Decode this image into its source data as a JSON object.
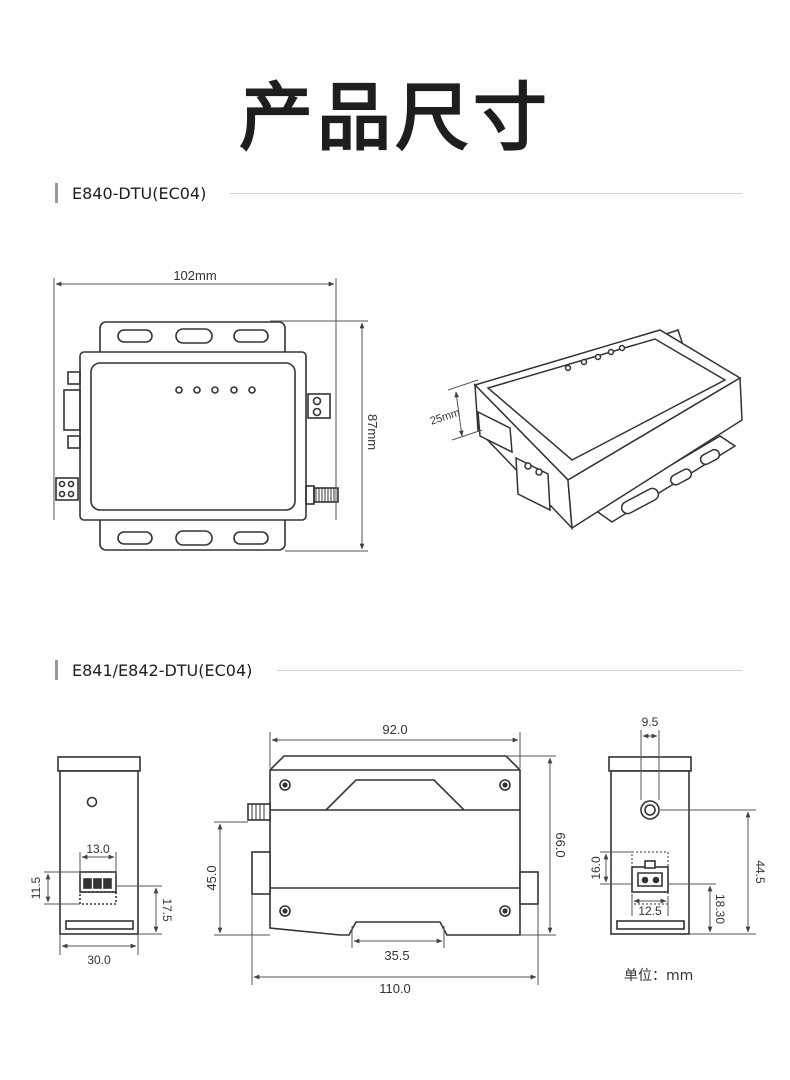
{
  "page_title": "产品尺寸",
  "sections": [
    {
      "label": "E840-DTU(EC04)"
    },
    {
      "label": "E841/E842-DTU(EC04)"
    }
  ],
  "e840": {
    "width_dim": "102mm",
    "height_dim": "87mm",
    "connector_dim": "25mm"
  },
  "e841": {
    "left_view": {
      "width": "30.0",
      "terminal_width": "13.0",
      "terminal_height": "11.5",
      "terminal_offset": "17.5"
    },
    "front_view": {
      "top_width": "92.0",
      "height": "66.0",
      "antenna_height": "45.0",
      "slot_width": "35.5",
      "total_width": "110.0"
    },
    "right_view": {
      "antenna_width": "9.5",
      "antenna_height": "44.5",
      "power_height": "16.0",
      "power_width": "12.5",
      "power_offset": "18.30"
    }
  },
  "unit_note": "单位：mm",
  "colors": {
    "line": "#333333",
    "dim": "#555555",
    "rule": "#d0d0d0",
    "text": "#1e1e1e"
  }
}
